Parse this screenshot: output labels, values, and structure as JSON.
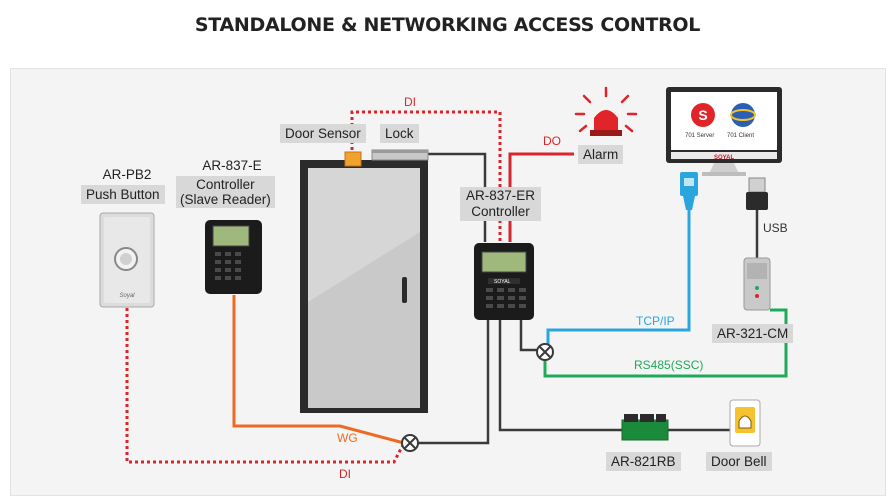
{
  "title": "STANDALONE & NETWORKING ACCESS CONTROL",
  "devices": {
    "push_button": {
      "model": "AR-PB2",
      "desc": "Push Button"
    },
    "slave_reader": {
      "model": "AR-837-E",
      "desc_line1": "Controller",
      "desc_line2": "(Slave Reader)"
    },
    "door_sensor": "Door Sensor",
    "lock": "Lock",
    "main_controller": {
      "model": "AR-837-ER",
      "desc": "Controller",
      "brand": "SOYAL"
    },
    "alarm": "Alarm",
    "converter": "AR-321-CM",
    "relay_board": "AR-821RB",
    "door_bell": "Door Bell",
    "monitor": {
      "app1": "701 Server",
      "app2": "701 Client",
      "brand": "SOYAL"
    }
  },
  "wires": {
    "di_top": "DI",
    "do": "DO",
    "usb": "USB",
    "tcpip": "TCP/IP",
    "rs485": "RS485(SSC)",
    "wg": "WG",
    "di_bottom": "DI"
  },
  "colors": {
    "di_red": "#d8262c",
    "wg_orange": "#ee6a22",
    "tcpip_blue": "#2aa6de",
    "rs485_green": "#1faa5a",
    "wire_dark": "#3a3a3a"
  }
}
